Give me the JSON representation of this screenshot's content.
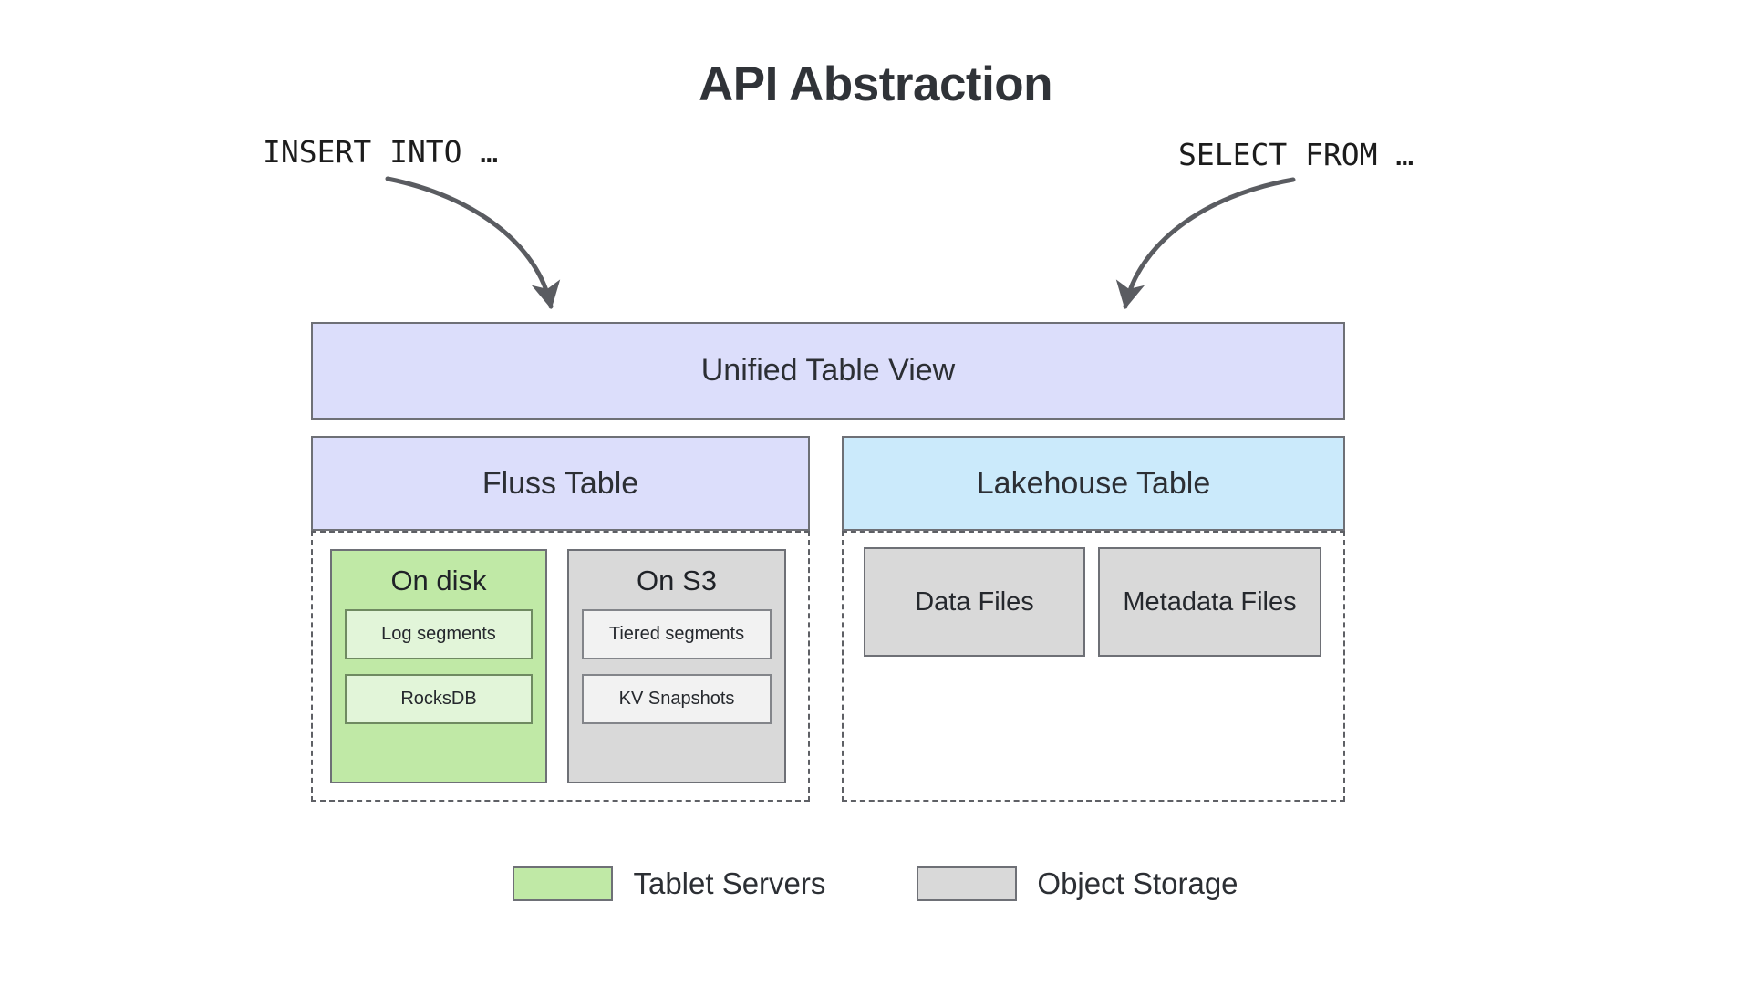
{
  "title": "API Abstraction",
  "queries": {
    "insert": "INSERT INTO …",
    "select": "SELECT FROM …"
  },
  "unified_view": {
    "label": "Unified Table View",
    "color": "#dcdefb"
  },
  "columns": [
    {
      "header": "Fluss Table",
      "header_color": "#dcdefb",
      "groups": [
        {
          "title": "On disk",
          "color": "#c0e9a6",
          "items": [
            "Log segments",
            "RocksDB"
          ]
        },
        {
          "title": "On S3",
          "color": "#d9d9d9",
          "items": [
            "Tiered segments",
            "KV Snapshots"
          ]
        }
      ]
    },
    {
      "header": "Lakehouse Table",
      "header_color": "#cbeafb",
      "files": [
        "Data Files",
        "Metadata Files"
      ]
    }
  ],
  "legend": [
    {
      "label": "Tablet Servers",
      "color": "#c0e9a6"
    },
    {
      "label": "Object Storage",
      "color": "#d9d9d9"
    }
  ],
  "colors": {
    "border": "#6e7076",
    "arrow": "#5a5c61",
    "background": "#ffffff",
    "text": "#2c2f34"
  }
}
